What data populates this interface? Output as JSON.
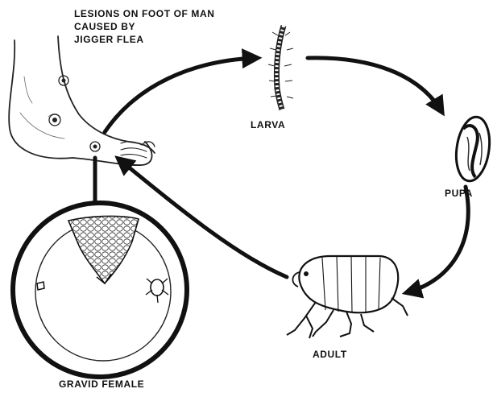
{
  "labels": {
    "foot_caption": [
      "LESIONS ON FOOT OF MAN",
      "CAUSED BY",
      "JIGGER FLEA"
    ],
    "larva": "LARVA",
    "pupa": "PUPA",
    "adult": "ADULT",
    "gravid_female": "GRAVID FEMALE"
  },
  "colors": {
    "ink": "#111111",
    "paper": "#ffffff"
  }
}
